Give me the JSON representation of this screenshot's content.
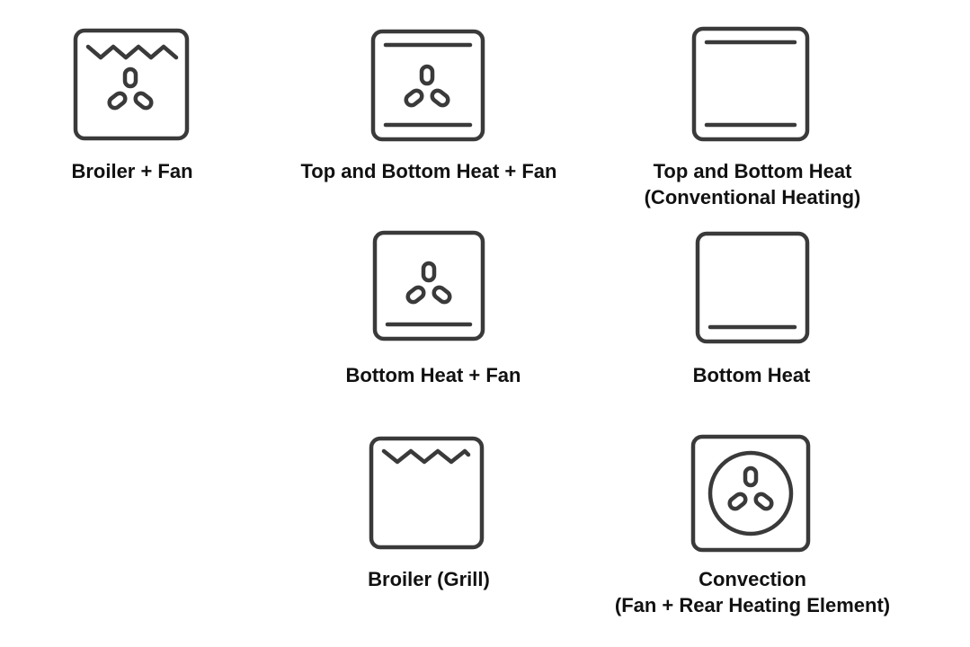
{
  "modes": [
    {
      "id": "broiler-fan",
      "icon": "broiler-fan-icon",
      "label_lines": [
        "Broiler + Fan"
      ]
    },
    {
      "id": "top-bottom-heat-fan",
      "icon": "top-bottom-heat-fan-icon",
      "label_lines": [
        "Top and Bottom Heat + Fan"
      ]
    },
    {
      "id": "top-bottom-heat",
      "icon": "top-bottom-heat-icon",
      "label_lines": [
        "Top and Bottom Heat",
        "(Conventional Heating)"
      ]
    },
    {
      "id": "bottom-heat-fan",
      "icon": "bottom-heat-fan-icon",
      "label_lines": [
        "Bottom Heat + Fan"
      ]
    },
    {
      "id": "bottom-heat",
      "icon": "bottom-heat-icon",
      "label_lines": [
        "Bottom Heat"
      ]
    },
    {
      "id": "broiler-grill",
      "icon": "broiler-grill-icon",
      "label_lines": [
        "Broiler (Grill)"
      ]
    },
    {
      "id": "convection",
      "icon": "convection-icon",
      "label_lines": [
        "Convection",
        "(Fan + Rear Heating Element)"
      ]
    }
  ],
  "colors": {
    "icon_stroke": "#3a3a3a",
    "label_text": "#111111",
    "background": "#ffffff"
  }
}
